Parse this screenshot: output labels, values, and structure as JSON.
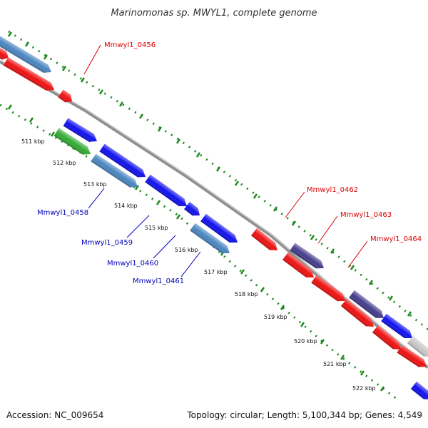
{
  "title": "Marinomonas sp. MWYL1, complete genome",
  "footer": {
    "accession": "Accession: NC_009654",
    "summary": "Topology: circular; Length: 5,100,344 bp; Genes: 4,549"
  },
  "colors": {
    "forward": "#ee1111",
    "reverse": "#1111ee",
    "steelblue": "#4a86c0",
    "green": "#33aa33",
    "purple": "#443d8a",
    "gray": "#c8c8c8",
    "backbone": "#888888",
    "tick": "#1f8a1f"
  },
  "ticks": [
    {
      "label": "511 kbp"
    },
    {
      "label": "512 kbp"
    },
    {
      "label": "513 kbp"
    },
    {
      "label": "514 kbp"
    },
    {
      "label": "515 kbp"
    },
    {
      "label": "516 kbp"
    },
    {
      "label": "517 kbp"
    },
    {
      "label": "518 kbp"
    },
    {
      "label": "519 kbp"
    },
    {
      "label": "520 kbp"
    },
    {
      "label": "521 kbp"
    },
    {
      "label": "522 kbp"
    }
  ],
  "labels": {
    "g0456": "Mmwyl1_0456",
    "g0458": "Mmwyl1_0458",
    "g0459": "Mmwyl1_0459",
    "g0460": "Mmwyl1_0460",
    "g0461": "Mmwyl1_0461",
    "g0462": "Mmwyl1_0462",
    "g0463": "Mmwyl1_0463",
    "g0464": "Mmwyl1_0464"
  }
}
